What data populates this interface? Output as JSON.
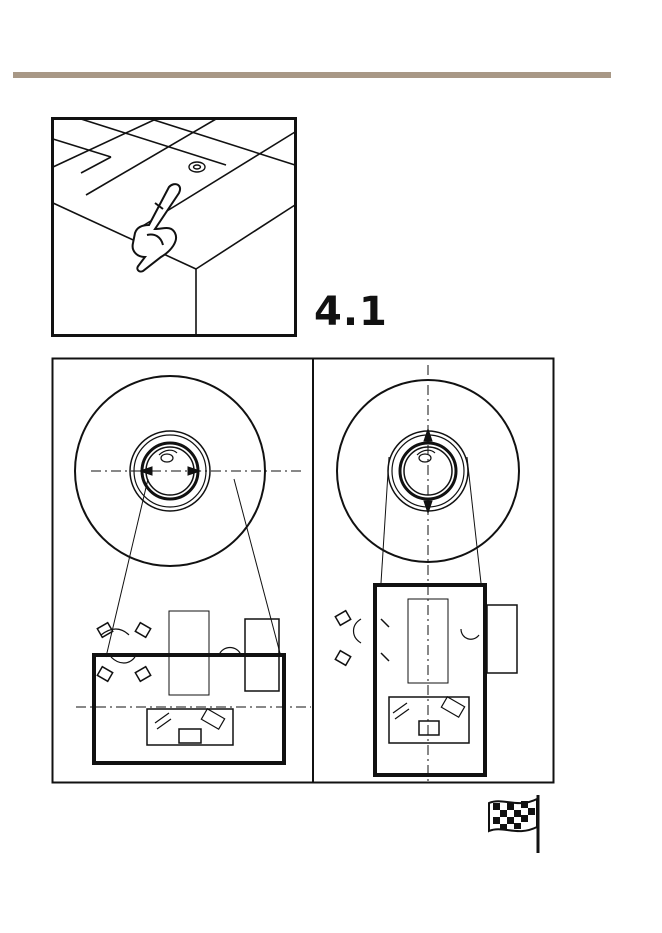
{
  "colors": {
    "rule": "#a89886",
    "ink": "#111111"
  },
  "step": {
    "number": "4.1"
  },
  "icons": [
    "ceiling-tap-illustration",
    "camera-orientation-left",
    "camera-orientation-right",
    "finish-flag-icon"
  ]
}
